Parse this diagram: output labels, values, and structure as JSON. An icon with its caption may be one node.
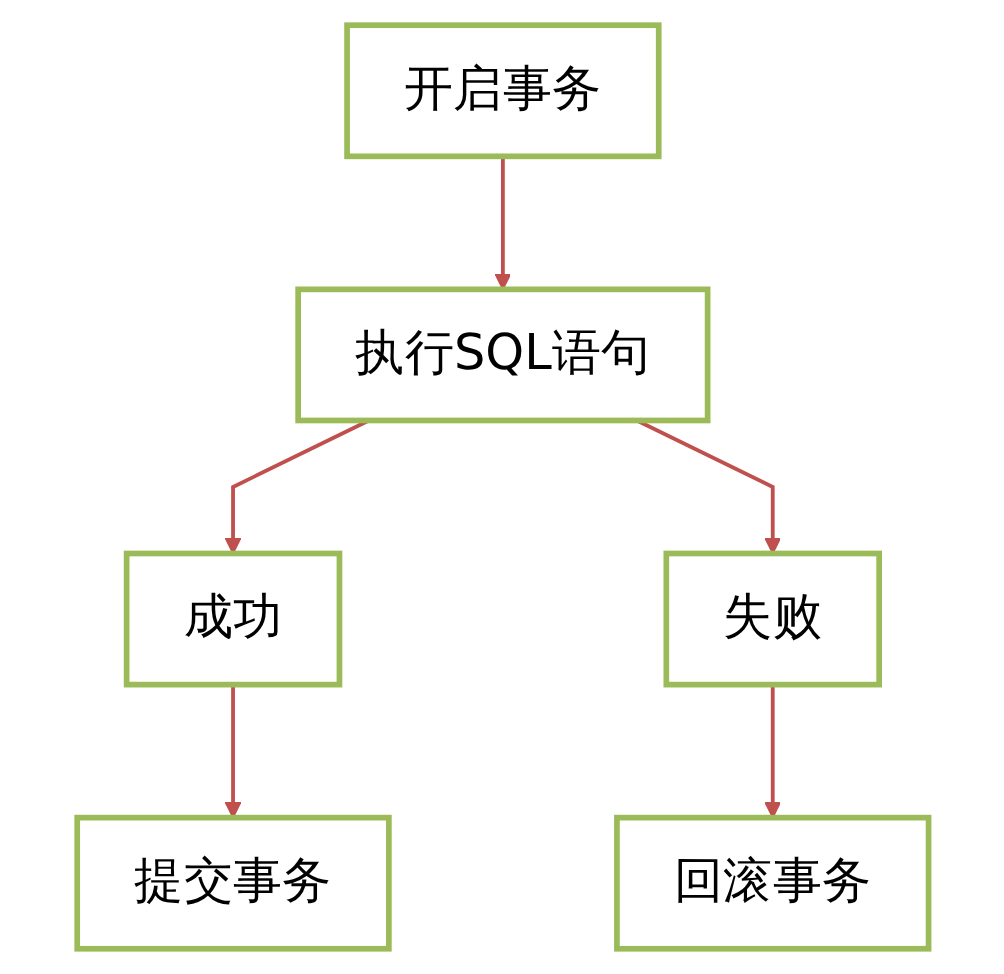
{
  "diagram": {
    "nodes": [
      {
        "text": [
          "开启事务"
        ]
      },
      {
        "text": [
          "执行SQL语句"
        ]
      },
      {
        "text": [
          "成功"
        ]
      },
      {
        "text": [
          "失败"
        ]
      },
      {
        "text": [
          "提交事务"
        ]
      },
      {
        "text": [
          "回滚事务"
        ]
      }
    ],
    "edges": [
      {
        "from": 0,
        "to": 1,
        "arrow": "to"
      },
      {
        "from": 1,
        "to": 2,
        "arrow": "to"
      },
      {
        "from": 1,
        "to": 3,
        "arrow": "to"
      },
      {
        "from": 2,
        "to": 4,
        "arrow": "to"
      },
      {
        "from": 3,
        "to": 5,
        "arrow": "to"
      }
    ]
  }
}
